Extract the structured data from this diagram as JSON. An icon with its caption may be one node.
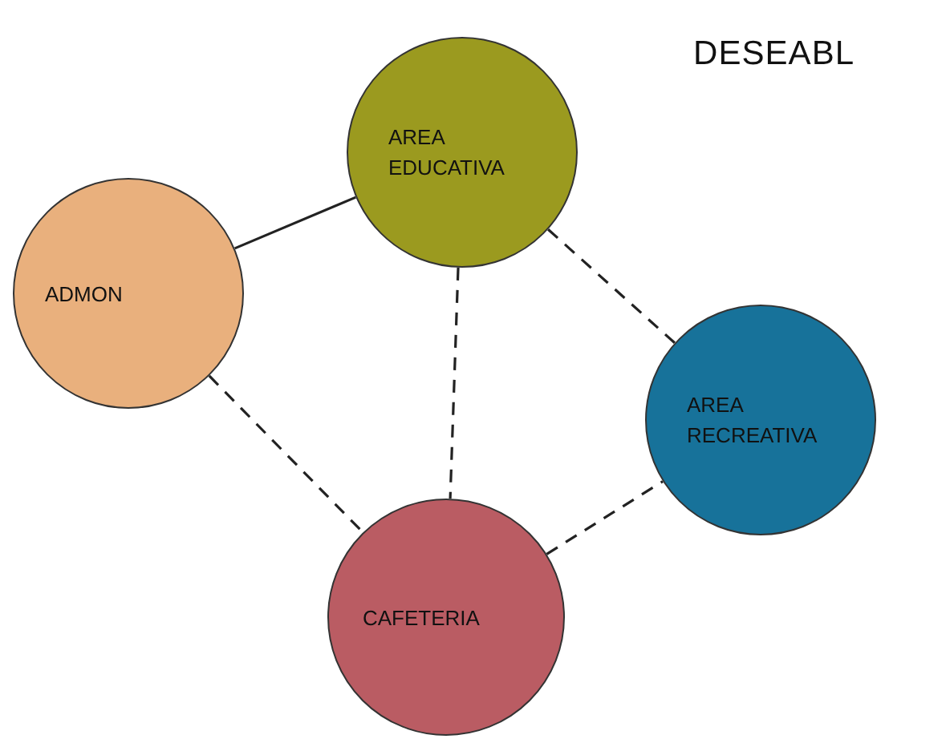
{
  "diagram": {
    "title": "DESEABL",
    "nodes": [
      {
        "text": [
          "AREA EDUCATIVA"
        ]
      },
      {
        "text": [
          "ADMON"
        ]
      },
      {
        "text": [
          "AREA RECREATIVA"
        ]
      },
      {
        "text": [
          "CAFETERIA"
        ]
      }
    ],
    "edges": [
      {
        "from": 1,
        "to": 0,
        "arrow": "none"
      },
      {
        "from": 0,
        "to": 2,
        "arrow": "none",
        "style": "dashed"
      },
      {
        "from": 0,
        "to": 3,
        "arrow": "none",
        "style": "dashed"
      },
      {
        "from": 1,
        "to": 3,
        "arrow": "none",
        "style": "dashed"
      },
      {
        "from": 3,
        "to": 2,
        "arrow": "none",
        "style": "dashed"
      }
    ]
  }
}
